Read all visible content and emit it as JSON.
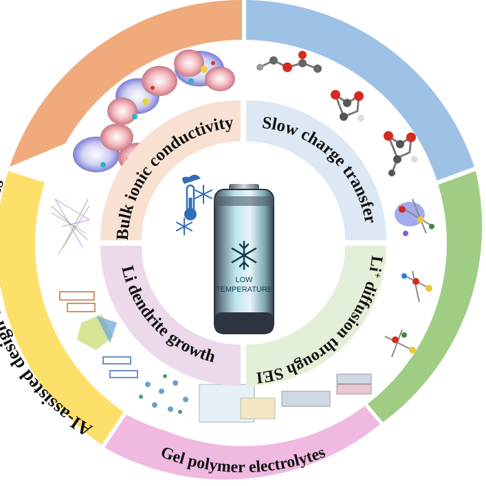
{
  "outer_ring": {
    "top_left_color": "#f0aa7c",
    "top_right_color": "#9ec2e6",
    "right_color": "#9fcd84",
    "bottom_color": "#efb9e0",
    "left_color": "#fde06a",
    "left_label": "AI-assisted design of LT electrolytes",
    "bottom_label": "Gel polymer electrolytes"
  },
  "inner_ring": {
    "q1_label": "Bulk ionic conductivity",
    "q2_label": "Slow charge transfer",
    "q3_label_prefix": "Li",
    "q3_label_sup": "+",
    "q3_label_rest": " diffusion through SEI",
    "q4_label": "Li dendrite growth",
    "q1_color": "#f8e1d2",
    "q2_color": "#dde8f4",
    "q3_color": "#e3efd8",
    "q4_color": "#ecd9ea"
  },
  "center": {
    "battery_line1": "LOW",
    "battery_line2": "TEMPERATURE",
    "icon": "thermometer-snowflake-icon",
    "battery_icon": "snowflake-icon"
  }
}
